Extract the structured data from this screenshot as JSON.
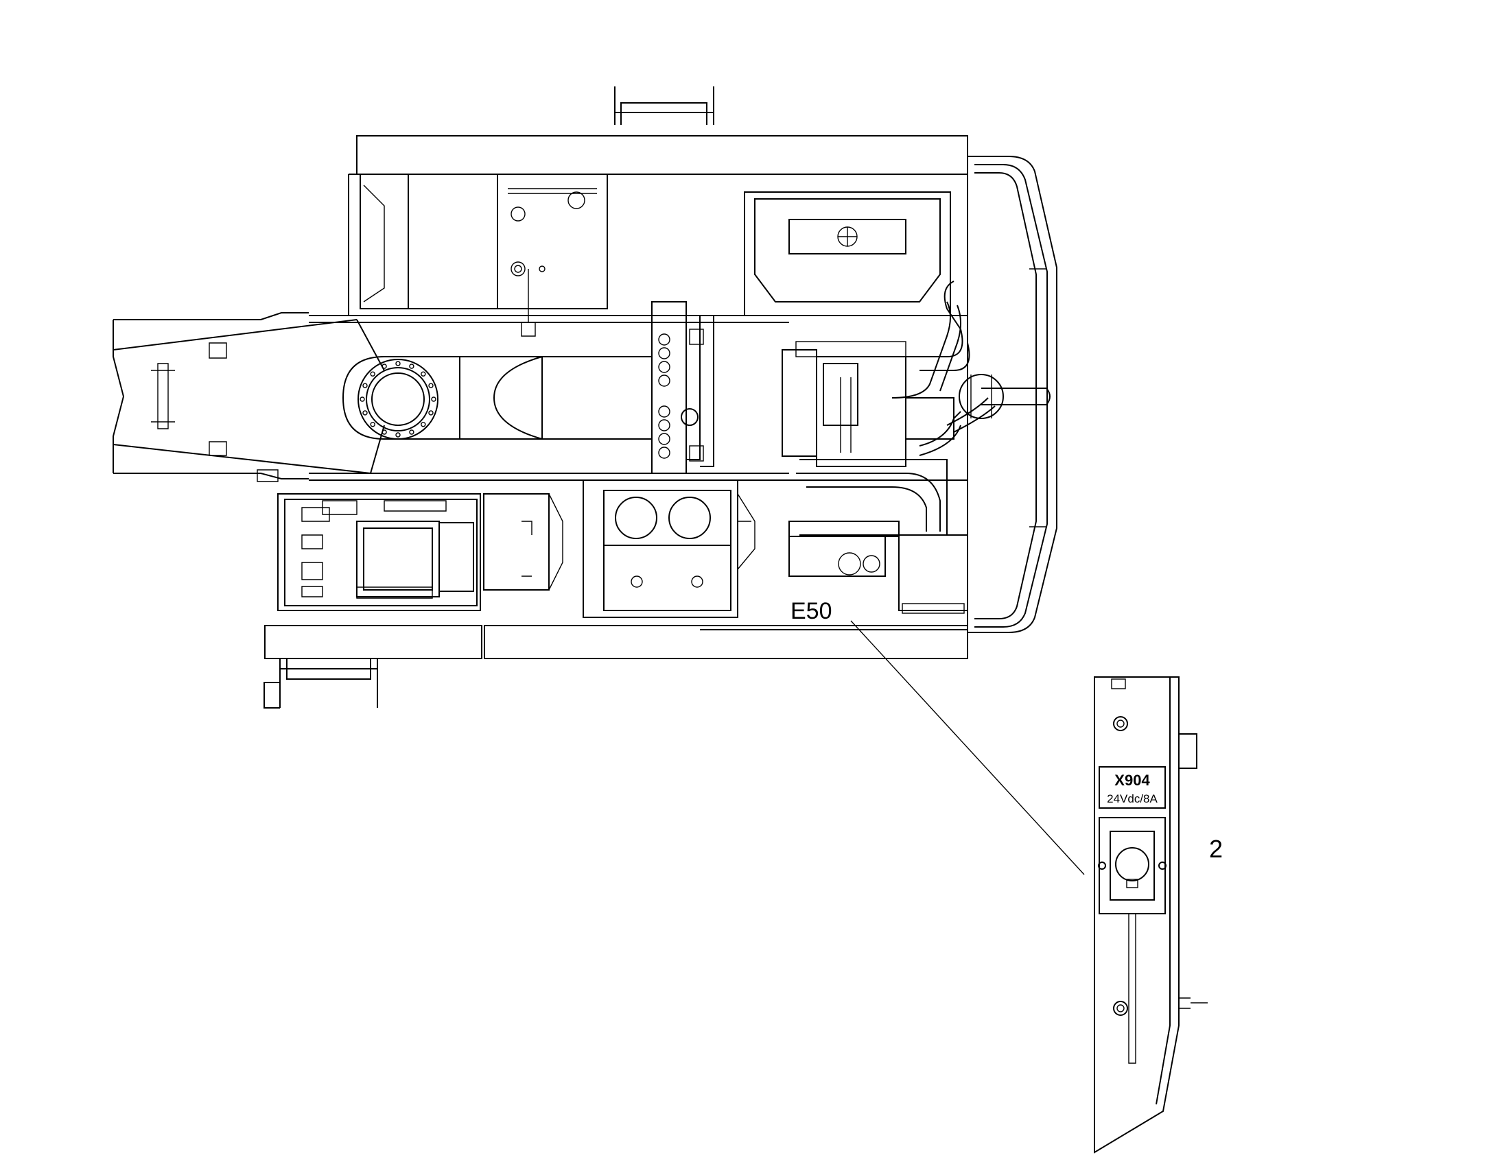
{
  "labels": {
    "callout_component": "E50",
    "detail_number": "2"
  },
  "socket_plate": {
    "id": "X904",
    "rating": "24Vdc/8A"
  },
  "colors": {
    "line": "#000000",
    "background": "#ffffff"
  }
}
